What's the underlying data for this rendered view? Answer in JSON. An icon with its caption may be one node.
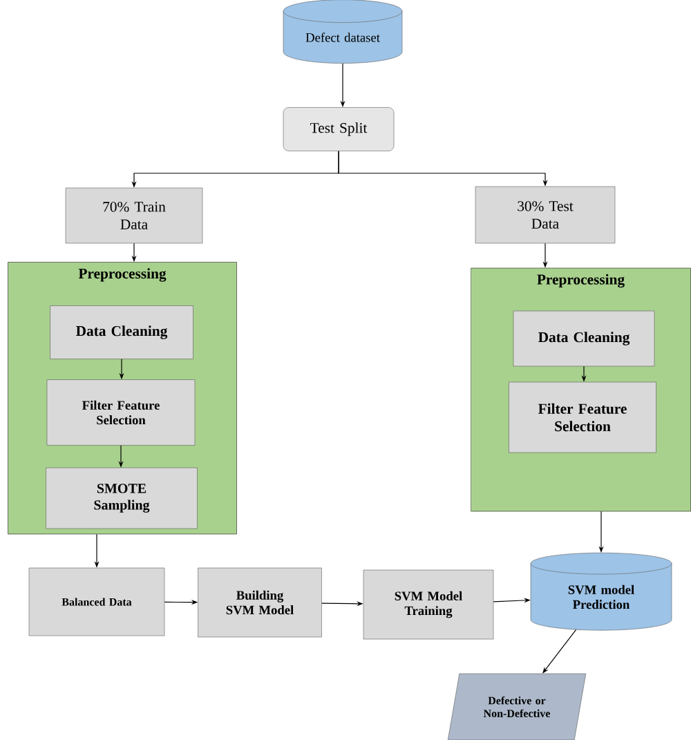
{
  "diagram": {
    "nodes": [
      {
        "text": [
          "Defect dataset"
        ]
      },
      {
        "text": [
          "Test Split"
        ]
      },
      {
        "text": [
          "70% Train Data"
        ]
      },
      {
        "text": [
          "30% Test Data"
        ]
      },
      {
        "text": [
          "Preprocessing"
        ]
      },
      {
        "text": [
          "Data Cleaning"
        ],
        "in": 4
      },
      {
        "text": [
          "Filter Feature Selection"
        ],
        "in": 4
      },
      {
        "text": [
          "SMOTE Sampling"
        ],
        "in": 4
      },
      {
        "text": [
          "Preprocessing"
        ]
      },
      {
        "text": [
          "Data Cleaning"
        ],
        "in": 8
      },
      {
        "text": [
          "Filter Feature Selection"
        ],
        "in": 8
      },
      {
        "text": [
          "Balanced Data"
        ]
      },
      {
        "text": [
          "Building SVM Model"
        ]
      },
      {
        "text": [
          "SVM Model Training"
        ]
      },
      {
        "text": [
          "SVM model Prediction"
        ]
      },
      {
        "text": [
          "Defective or Non-Defective"
        ]
      }
    ],
    "edges": [
      {
        "from": 0,
        "to": 1,
        "arrow": "to"
      },
      {
        "from": 1,
        "to": 2,
        "arrow": "to"
      },
      {
        "from": 1,
        "to": 3,
        "arrow": "to"
      },
      {
        "from": 2,
        "to": 4,
        "arrow": "to"
      },
      {
        "from": 5,
        "to": 6,
        "arrow": "to"
      },
      {
        "from": 6,
        "to": 7,
        "arrow": "to"
      },
      {
        "from": 3,
        "to": 8,
        "arrow": "to"
      },
      {
        "from": 9,
        "to": 10,
        "arrow": "to"
      },
      {
        "from": 4,
        "to": 11,
        "arrow": "to"
      },
      {
        "from": 11,
        "to": 12,
        "arrow": "to"
      },
      {
        "from": 12,
        "to": 13,
        "arrow": "to"
      },
      {
        "from": 13,
        "to": 14,
        "arrow": "to"
      },
      {
        "from": 8,
        "to": 14,
        "arrow": "to"
      },
      {
        "from": 14,
        "to": 15,
        "arrow": "to"
      }
    ]
  }
}
